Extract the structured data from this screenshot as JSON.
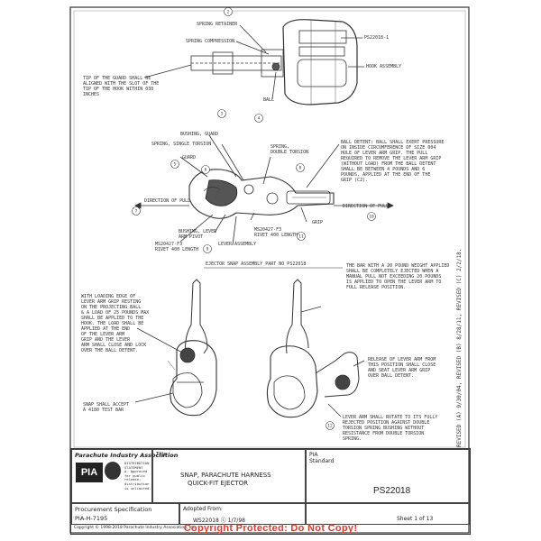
{
  "annotations": {
    "spring_retainer": "SPRING RETAINER",
    "spring_compression": "SPRING COMPRESSION",
    "ps22-label": "PS22018-1",
    "hook_assembly": "HOOK ASSEMBLY",
    "guard_note": "TIP OF THE GUARD SHALL BE\nALIGNED WITH THE SLOT OF THE\nTIP OF THE HOOK WITHIN 030\nINCHES",
    "ball": "BALL",
    "bushing_guard": "BUSHING, GUARD",
    "spring_single_torsion": "SPRING, SINGLE TORSION",
    "guard": "GUARD",
    "spring_double_torsion": "SPRING,\nDOUBLE TORSION",
    "ball_detent_note": "BALL DETENT: BALL SHALL EXERT PRESSURE\nON INSIDE CIRCUMFERENCE OF SIZE 004\nHOLE OF LEVER ARM GRIP. THE PULL\nREQUIRED TO REMOVE THE LEVER ARM GRIP\n(WITHOUT LOAD) FROM THE BALL DETENT\nSHALL BE BETWEEN 4 POUNDS AND 6\nPOUNDS, APPLIED AT THE END OF THE\nGRIP (C2).",
    "direction_of_pull_left": "DIRECTION OF PULL",
    "direction_of_pull_right": "DIRECTION OF PULL",
    "grip": "GRIP",
    "ms20427_f3": "MS20427-F3\nRIVET 400 LENGTH",
    "bushing_lever": "BUSHING, LEVER\nARM PIVOT",
    "ms20427_f3b": "MS20427-F3\nRIVET 400 LENGTH",
    "lever_assembly": "LEVER ASSEMBLY",
    "ejector_title": "EJECTOR SNAP ASSEMBLY PART NO PS22018",
    "bar_note": "THE BAR WITH A 20 POUND WEIGHT APPLIED\nSHALL BE COMPLETELY EJECTED WHEN A\nMANUAL PULL NOT EXCEEDING 20 POUNDS\nIS APPLIED TO OPEN THE LEVER ARM TO\nFULL RELEASE POSITION.",
    "loading_note": "WITH LOADING EDGE OF\nLEVER ARM GRIP RESTING\nON THE PROJECTING BALL\n& A LOAD OF 25 POUNDS MAX\nSHALL BE APPLIED TO THE\nHOOK. THE LOAD SHALL BE\nAPPLIED AT THE END\nOF THE LEVER ARM\nGRIP AND THE LEVER\nARM SHALL CLOSE AND LOCK\nOVER THE BALL DETENT.",
    "snap_note": "SNAP SHALL ACCEPT\nA 4180 TEST BAR",
    "release_note": "RELEASE OF LEVER ARM FROM\nTHIS POSITION SHALL CLOSE\nAND SEAT LEVER ARM GRIP\nOVER BALL DETENT.",
    "lever_arm_note": "LEVER ARM SHALL ROTATE TO ITS FULLY\nREJECTED POSITION AGAINST DOUBLE\nTORSION SPRING BUSHING WITHOUT\nRESISTANCE FROM DOUBLE TORSION\nSPRING.",
    "rev_text": "REVISED (A) 9/30/04, REVISED (B) 8/28/11, REVISED (C) 2/2/18."
  },
  "callouts": [
    "2",
    "3",
    "4",
    "5",
    "6",
    "7",
    "8",
    "9",
    "10",
    "11",
    "12"
  ],
  "title_block": {
    "org_name": "Parachute Industry Association",
    "distribution": "DISTRIBUTION STATEMENT\nA. Approved for public release;\ndistribution is unlimited.",
    "logo": "PIA",
    "title_label": "Title",
    "title_line1": "SNAP, PARACHUTE HARNESS",
    "title_line2": "QUICK-FIT EJECTOR",
    "std_label": "PIA",
    "std_label2": "Standard",
    "doc_number": "PS22018",
    "procurement": "Procurement  Specification",
    "spec_number": "PIA-H-7195",
    "adopted_label": "Adopted From:",
    "adopted_value": "WS22018 ⓒ 1/7/98",
    "sheet": "Sheet  1  of  13",
    "copyright_small": "Copyright © 1998-2018 Parachute Industry Association, Inc."
  },
  "watermark": "Copyright Protected: Do Not Copy!"
}
